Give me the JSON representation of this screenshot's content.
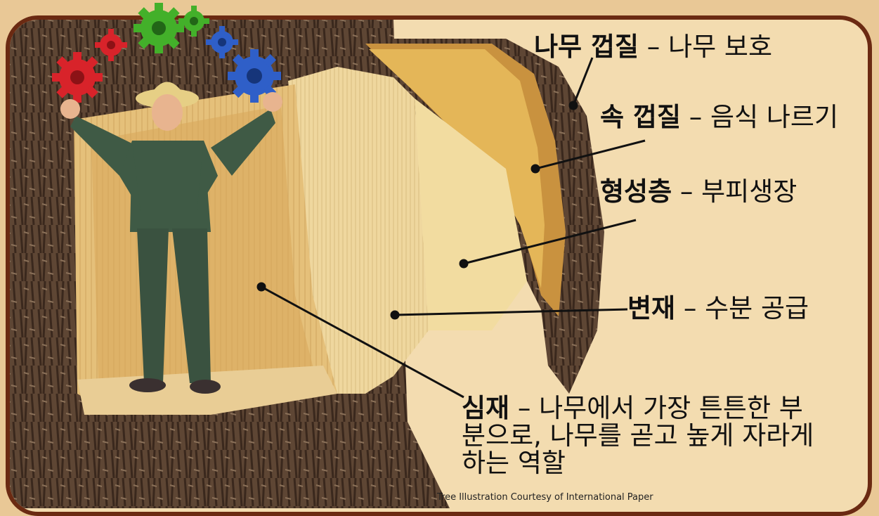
{
  "labels": {
    "bark": {
      "term": "나무 껍질",
      "desc": " – 나무 보호"
    },
    "inner_bark": {
      "term": "속 껍질",
      "desc": " – 음식 나르기"
    },
    "cambium": {
      "term": "형성층",
      "desc": " – 부피생장"
    },
    "sapwood": {
      "term": "변재",
      "desc": " – 수분 공급"
    },
    "heartwood": {
      "term": "심재",
      "desc_line1": " – 나무에서 가장 튼튼한 부",
      "desc_line2": "분으로, 나무를 곧고 높게 자라게",
      "desc_line3": "하는 역할"
    }
  },
  "credit": "Tree Illustration Courtesy of International Paper",
  "colors": {
    "frame": "#6b2a12",
    "background": "#f3dcb0",
    "bark": "#5a4030",
    "wood": "#e8c277",
    "gear_red": "#d8232a",
    "gear_green": "#43b02a",
    "gear_blue": "#2f5fc8",
    "ranger_uniform": "#3f5a45"
  }
}
